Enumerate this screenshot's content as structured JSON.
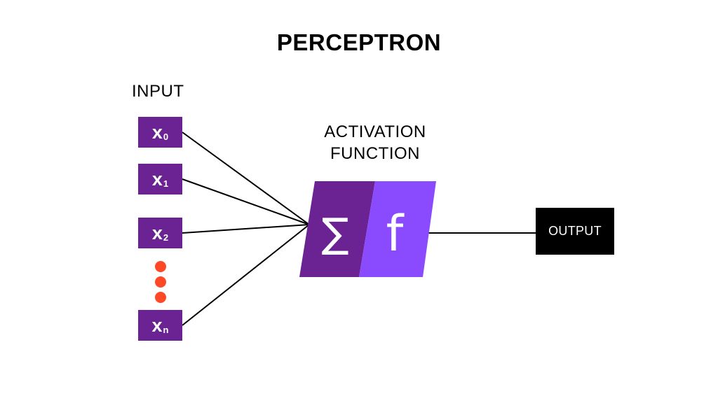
{
  "title": "PERCEPTRON",
  "input_label": "INPUT",
  "activation_label_line1": "ACTIVATION",
  "activation_label_line2": "FUNCTION",
  "inputs": [
    {
      "symbol": "x",
      "subscript": "0"
    },
    {
      "symbol": "x",
      "subscript": "1"
    },
    {
      "symbol": "x",
      "subscript": "2"
    },
    {
      "symbol": "x",
      "subscript": "n"
    }
  ],
  "sum_symbol": "∑",
  "function_symbol": "f",
  "output_label": "OUTPUT",
  "colors": {
    "input_box": "#6b2293",
    "sum_block": "#6b2293",
    "function_block": "#8a4bff",
    "ellipsis_dots": "#ff4826",
    "output_box": "#000000"
  }
}
